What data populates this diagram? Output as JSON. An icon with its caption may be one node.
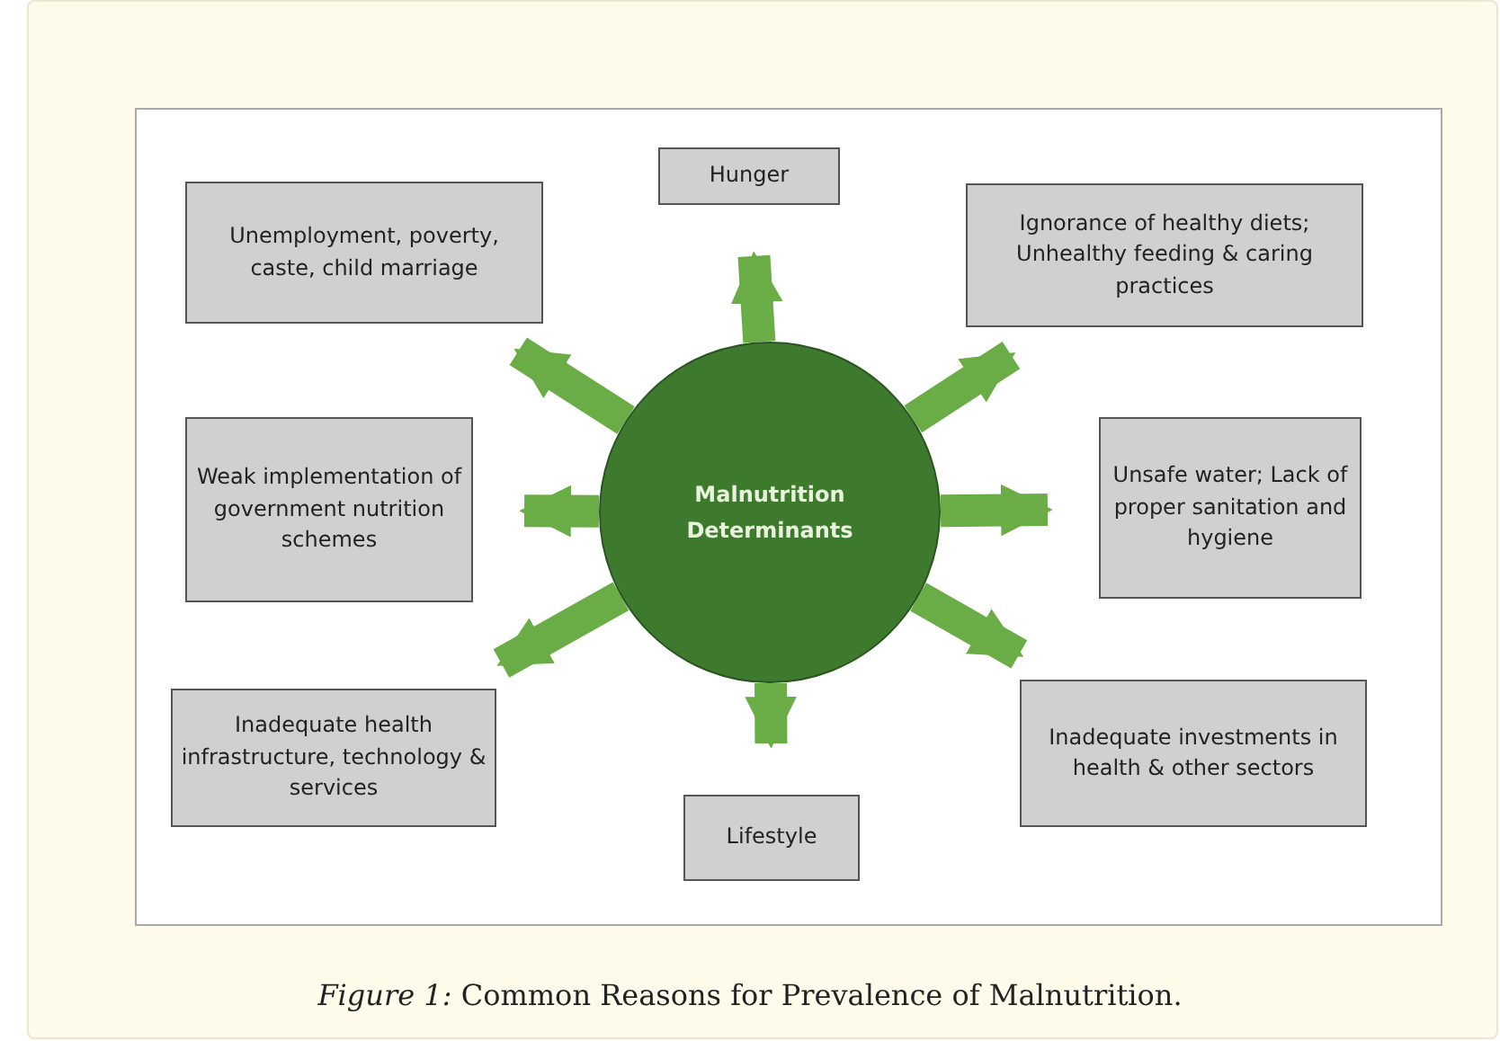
{
  "diagram": {
    "caption": "*Figure 1:* Common Reasons for Prevalence of Malnutrition.",
    "nodes": [
      {
        "text": [
          "Malnutrition Determinants"
        ]
      },
      {
        "text": [
          "Hunger"
        ]
      },
      {
        "text": [
          "Ignorance of healthy diets; Unhealthy feeding & caring practices"
        ]
      },
      {
        "text": [
          "Unsafe water; Lack of proper sanitation and hygiene"
        ]
      },
      {
        "text": [
          "Inadequate investments in health & other sectors"
        ]
      },
      {
        "text": [
          "Lifestyle"
        ]
      },
      {
        "text": [
          "Inadequate health infrastructure, technology & services"
        ]
      },
      {
        "text": [
          "Weak implementation of government nutrition schemes"
        ]
      },
      {
        "text": [
          "Unemployment, poverty, caste, child marriage"
        ]
      }
    ],
    "edges": [
      {
        "from": 0,
        "to": 1,
        "arrow": "to"
      },
      {
        "from": 0,
        "to": 2,
        "arrow": "to"
      },
      {
        "from": 0,
        "to": 3,
        "arrow": "to"
      },
      {
        "from": 0,
        "to": 4,
        "arrow": "to"
      },
      {
        "from": 0,
        "to": 5,
        "arrow": "to"
      },
      {
        "from": 0,
        "to": 6,
        "arrow": "to"
      },
      {
        "from": 0,
        "to": 7,
        "arrow": "to"
      },
      {
        "from": 0,
        "to": 8,
        "arrow": "to"
      }
    ]
  }
}
